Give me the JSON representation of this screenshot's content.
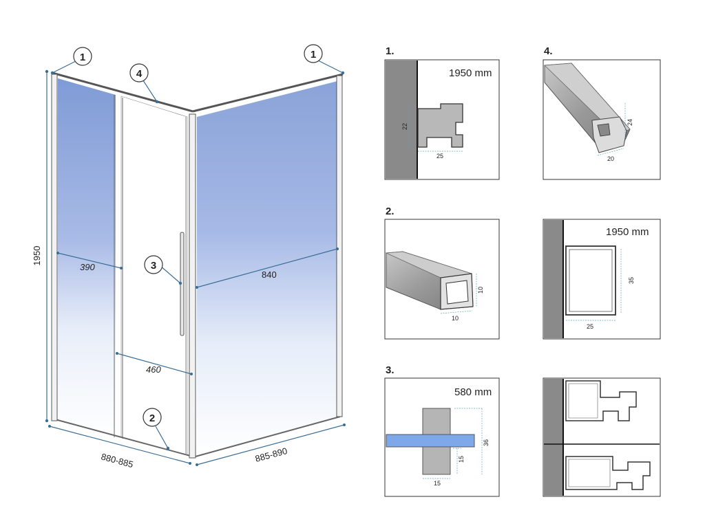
{
  "drawing": {
    "dimensions": {
      "height": "1950",
      "fixed_left": "390",
      "door": "460",
      "side": "840",
      "front_width": "880-885",
      "side_width": "885-890"
    },
    "callouts": [
      "1",
      "1",
      "4",
      "3",
      "2"
    ]
  },
  "details": {
    "d1": {
      "header": "1.",
      "length": "1950 mm",
      "dim_h": "22",
      "dim_w": "25"
    },
    "d2": {
      "header": "2.",
      "dim_h": "10",
      "dim_w": "10"
    },
    "d3": {
      "header": "3.",
      "length": "580 mm",
      "dim_total": "36",
      "dim_h": "15",
      "dim_w": "15"
    },
    "d4": {
      "header": "4.",
      "dim_h": "24",
      "dim_w": "20"
    },
    "d5": {
      "length": "1950 mm",
      "dim_h": "35",
      "dim_w": "25"
    }
  },
  "colors": {
    "glass_blue": "#8aa3d8",
    "dimension_line": "#3a6d95",
    "wall": "#8a8a8a",
    "profile": "#a6a6a6"
  }
}
